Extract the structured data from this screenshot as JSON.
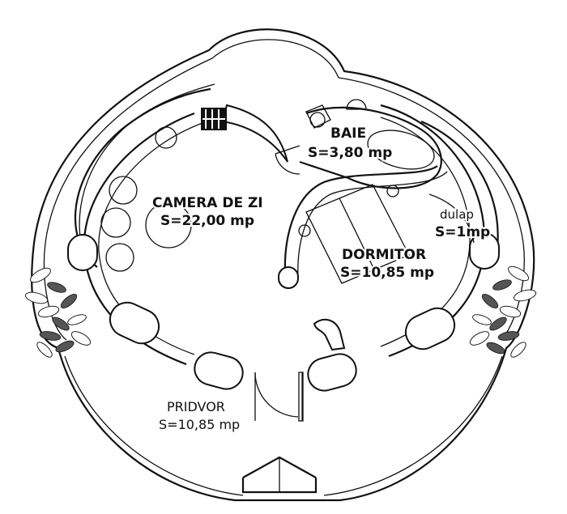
{
  "rooms": {
    "living": {
      "name": "CAMERA DE ZI",
      "area": "S=22,00 mp"
    },
    "bath": {
      "name": "BAIE",
      "area": "S=3,80 mp"
    },
    "bedroom": {
      "name": "DORMITOR",
      "area": "S=10,85 mp"
    },
    "closet": {
      "name": "dulap",
      "area": "S=1mp"
    },
    "porch": {
      "name": "PRIDVOR",
      "area": "S=10,85 mp"
    }
  }
}
